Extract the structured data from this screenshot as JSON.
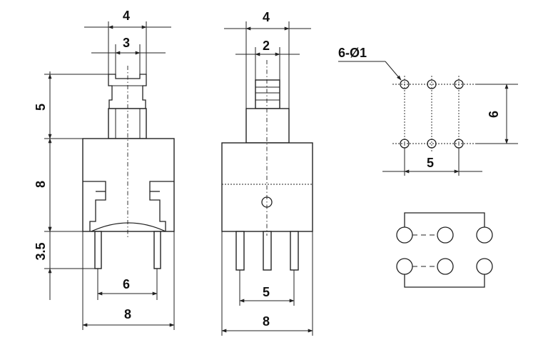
{
  "dimensions": {
    "side_width_top": "4",
    "side_stem_width": "3",
    "side_plunger_height": "5",
    "side_body_height": "8",
    "side_pin_length": "3.5",
    "side_pin_spacing": "6",
    "side_body_width": "8",
    "front_width_top": "4",
    "front_stem_width": "2",
    "front_pin_spacing": "5",
    "front_body_width": "8",
    "pcb_hole_spec": "6-Ø1",
    "pcb_row_spacing": "6",
    "pcb_col_spacing": "5"
  },
  "colors": {
    "line": "#222222",
    "background": "#ffffff"
  }
}
